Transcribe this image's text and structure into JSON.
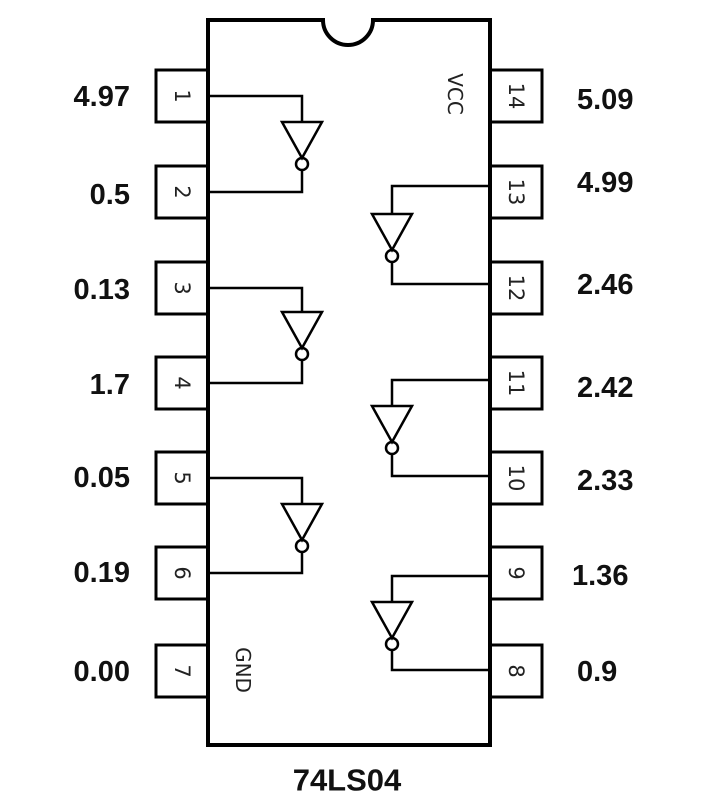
{
  "chip": {
    "part_number": "74LS04",
    "vcc_label": "VCC",
    "gnd_label": "GND"
  },
  "pins": [
    {
      "number": "1",
      "voltage": "4.97"
    },
    {
      "number": "2",
      "voltage": "0.5"
    },
    {
      "number": "3",
      "voltage": "0.13"
    },
    {
      "number": "4",
      "voltage": "1.7"
    },
    {
      "number": "5",
      "voltage": "0.05"
    },
    {
      "number": "6",
      "voltage": "0.19"
    },
    {
      "number": "7",
      "voltage": "0.00"
    },
    {
      "number": "8",
      "voltage": "0.9"
    },
    {
      "number": "9",
      "voltage": "1.36"
    },
    {
      "number": "10",
      "voltage": "2.33"
    },
    {
      "number": "11",
      "voltage": "2.42"
    },
    {
      "number": "12",
      "voltage": "2.46"
    },
    {
      "number": "13",
      "voltage": "4.99"
    },
    {
      "number": "14",
      "voltage": "5.09"
    }
  ]
}
